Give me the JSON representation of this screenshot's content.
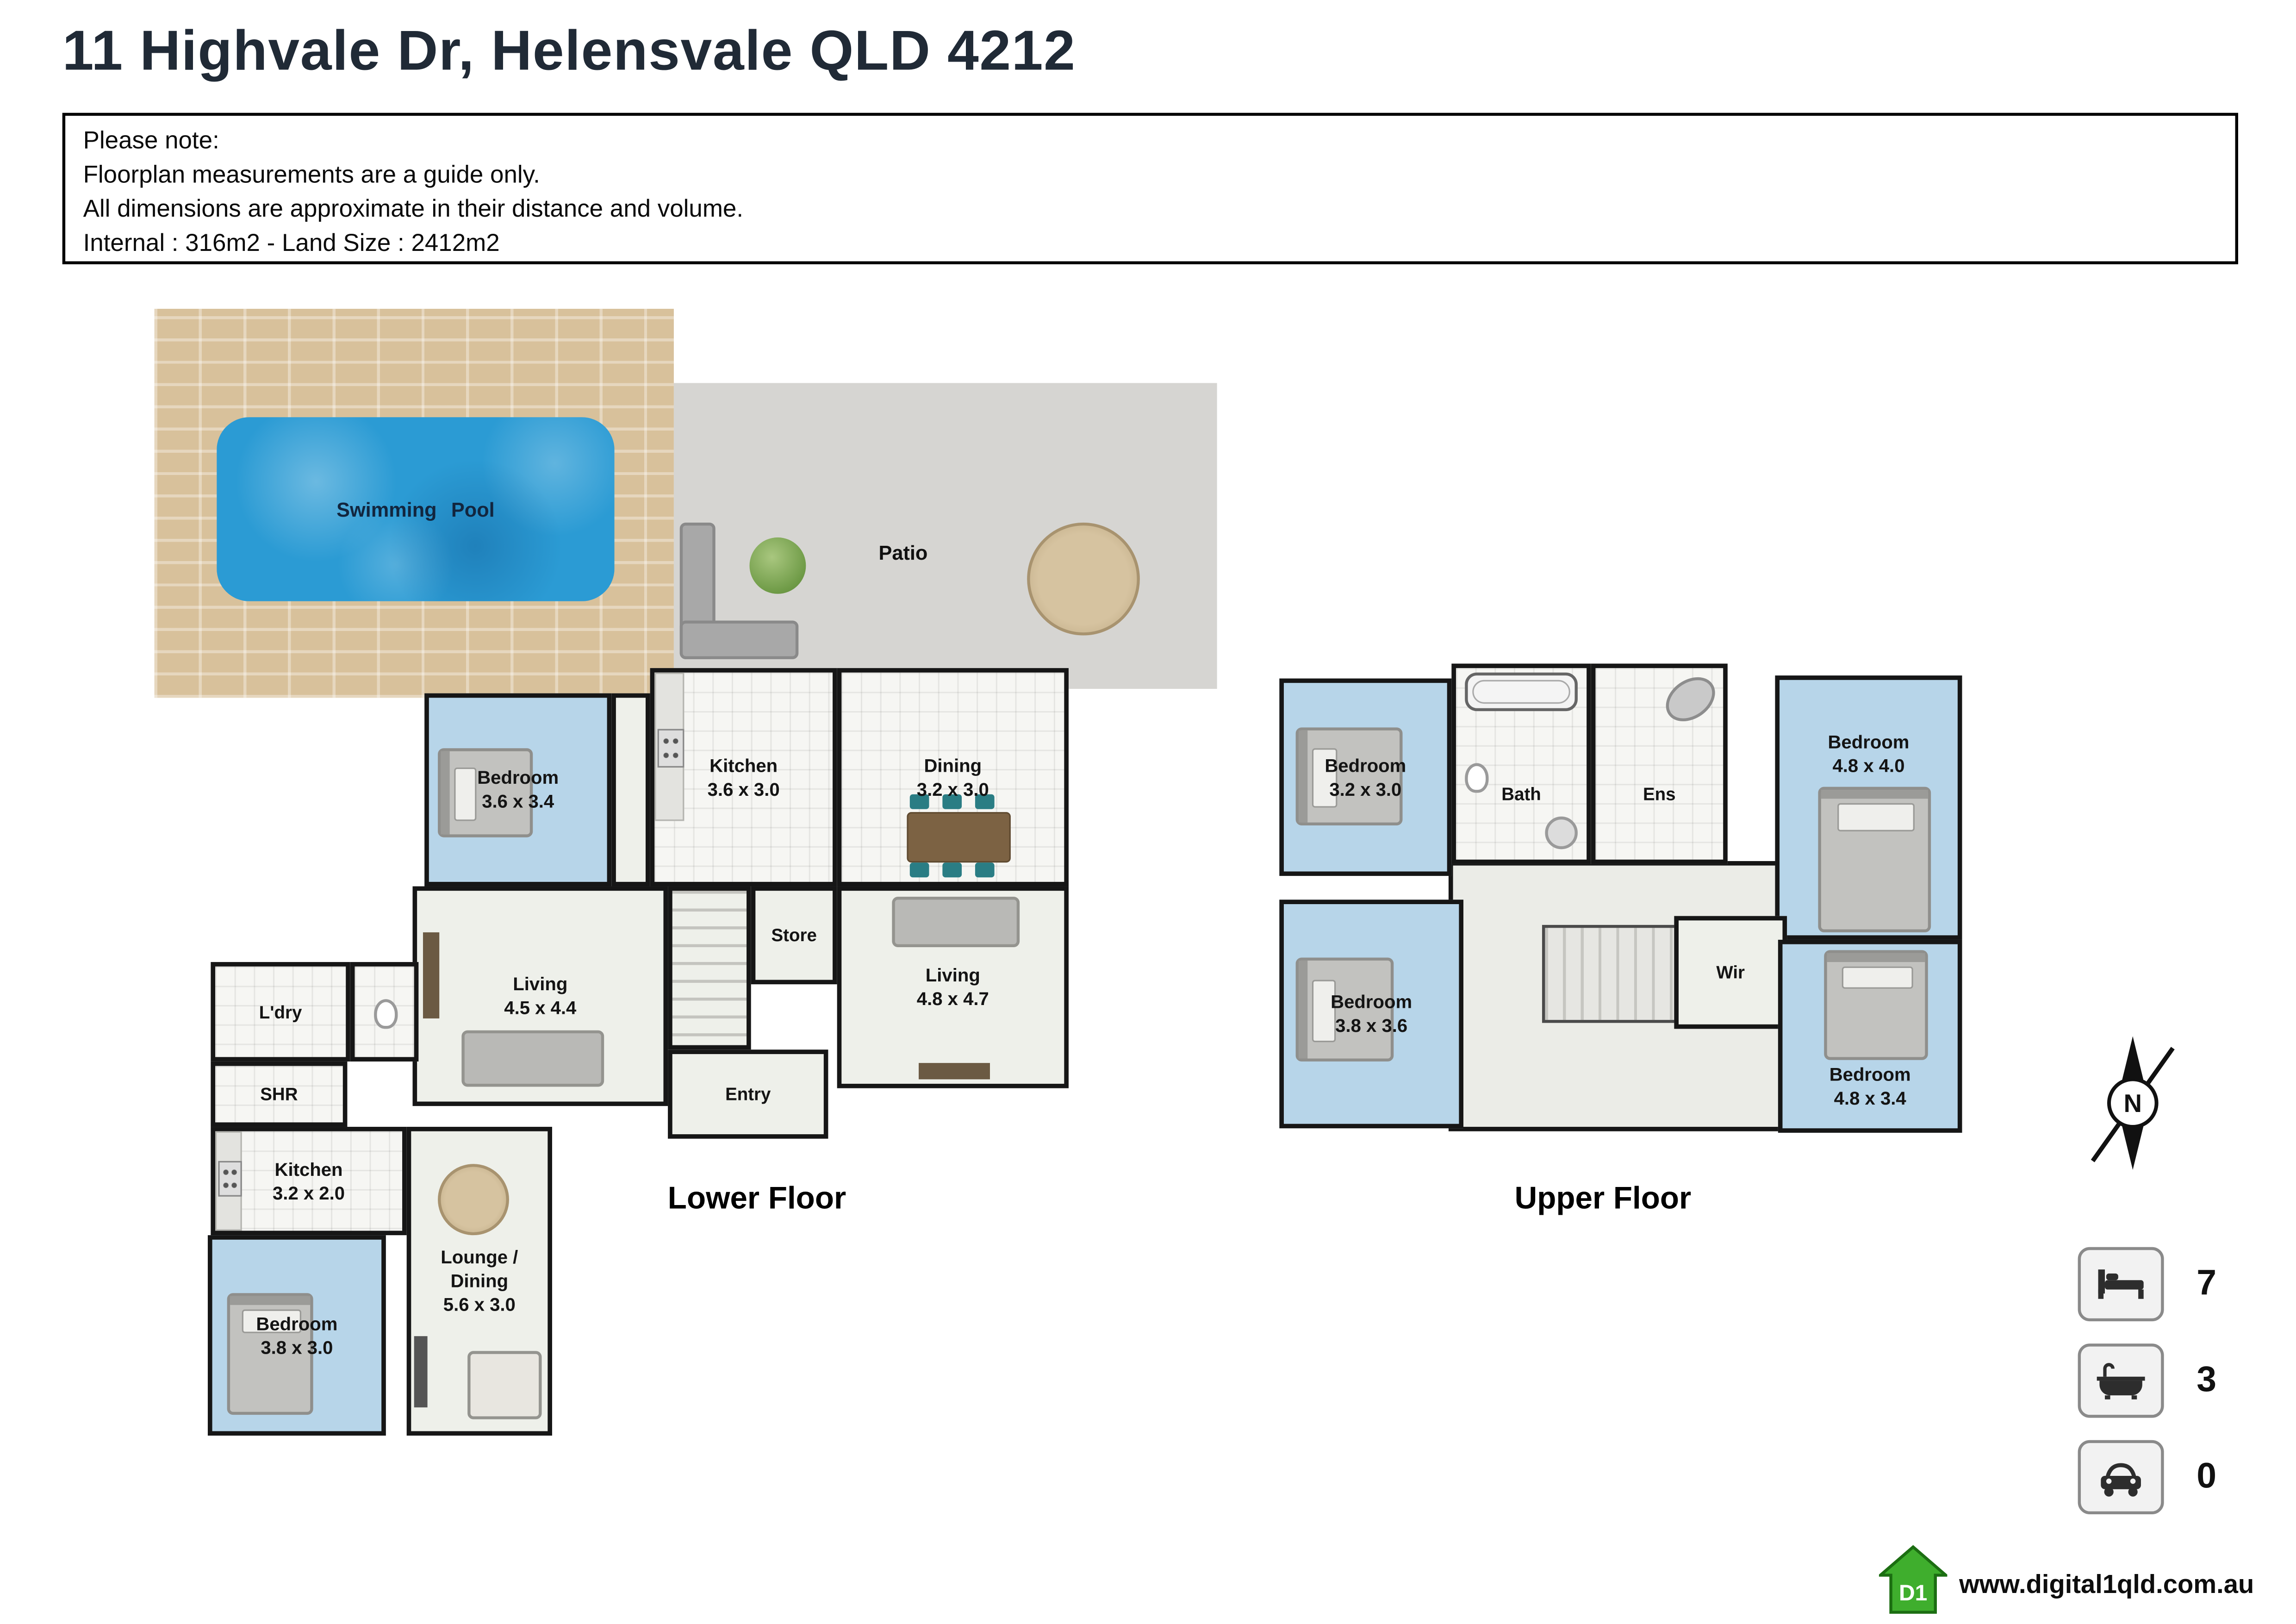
{
  "title": "11 Highvale Dr, Helensvale QLD 4212",
  "note": {
    "line1": "Please note:",
    "line2": "Floorplan measurements are a guide only.",
    "line3": "All dimensions are approximate in their distance and volume.",
    "line4": "Internal : 316m2 - Land Size : 2412m2"
  },
  "lower_floor": {
    "caption": "Lower Floor",
    "pool": {
      "label": "Swimming Pool"
    },
    "patio": {
      "label": "Patio"
    },
    "bedroom1": {
      "name": "Bedroom",
      "dims": "3.6 x 3.4"
    },
    "kitchen": {
      "name": "Kitchen",
      "dims": "3.6 x 3.0"
    },
    "dining": {
      "name": "Dining",
      "dims": "3.2 x 3.0"
    },
    "store": {
      "name": "Store"
    },
    "living1": {
      "name": "Living",
      "dims": "4.5 x 4.4"
    },
    "living2": {
      "name": "Living",
      "dims": "4.8 x 4.7"
    },
    "entry": {
      "name": "Entry"
    },
    "laundry": {
      "name": "L'dry"
    },
    "shower": {
      "name": "SHR"
    },
    "kitchen2": {
      "name": "Kitchen",
      "dims": "3.2 x 2.0"
    },
    "lounge": {
      "line1": "Lounge /",
      "line2": "Dining",
      "dims": "5.6 x 3.0"
    },
    "bedroom2": {
      "name": "Bedroom",
      "dims": "3.8 x 3.0"
    }
  },
  "upper_floor": {
    "caption": "Upper Floor",
    "bedroom1": {
      "name": "Bedroom",
      "dims": "3.2 x 3.0"
    },
    "bath": {
      "name": "Bath"
    },
    "ens": {
      "name": "Ens"
    },
    "bedroom2": {
      "name": "Bedroom",
      "dims": "4.8 x 4.0"
    },
    "bedroom3": {
      "name": "Bedroom",
      "dims": "3.8 x 3.6"
    },
    "wir": {
      "name": "Wir"
    },
    "bedroom4": {
      "name": "Bedroom",
      "dims": "4.8 x 3.4"
    }
  },
  "compass": {
    "label": "N"
  },
  "summary": {
    "beds": "7",
    "baths": "3",
    "cars": "0"
  },
  "footer": {
    "logo": "D1",
    "website": "www.digital1qld.com.au"
  },
  "colors": {
    "bedroom_fill": "#b7d5e9",
    "pool_water": "#2b9bd4",
    "paving": "#d8c19b",
    "patio": "#d6d5d2",
    "wall": "#161616",
    "logo_green": "#3fae2d"
  }
}
